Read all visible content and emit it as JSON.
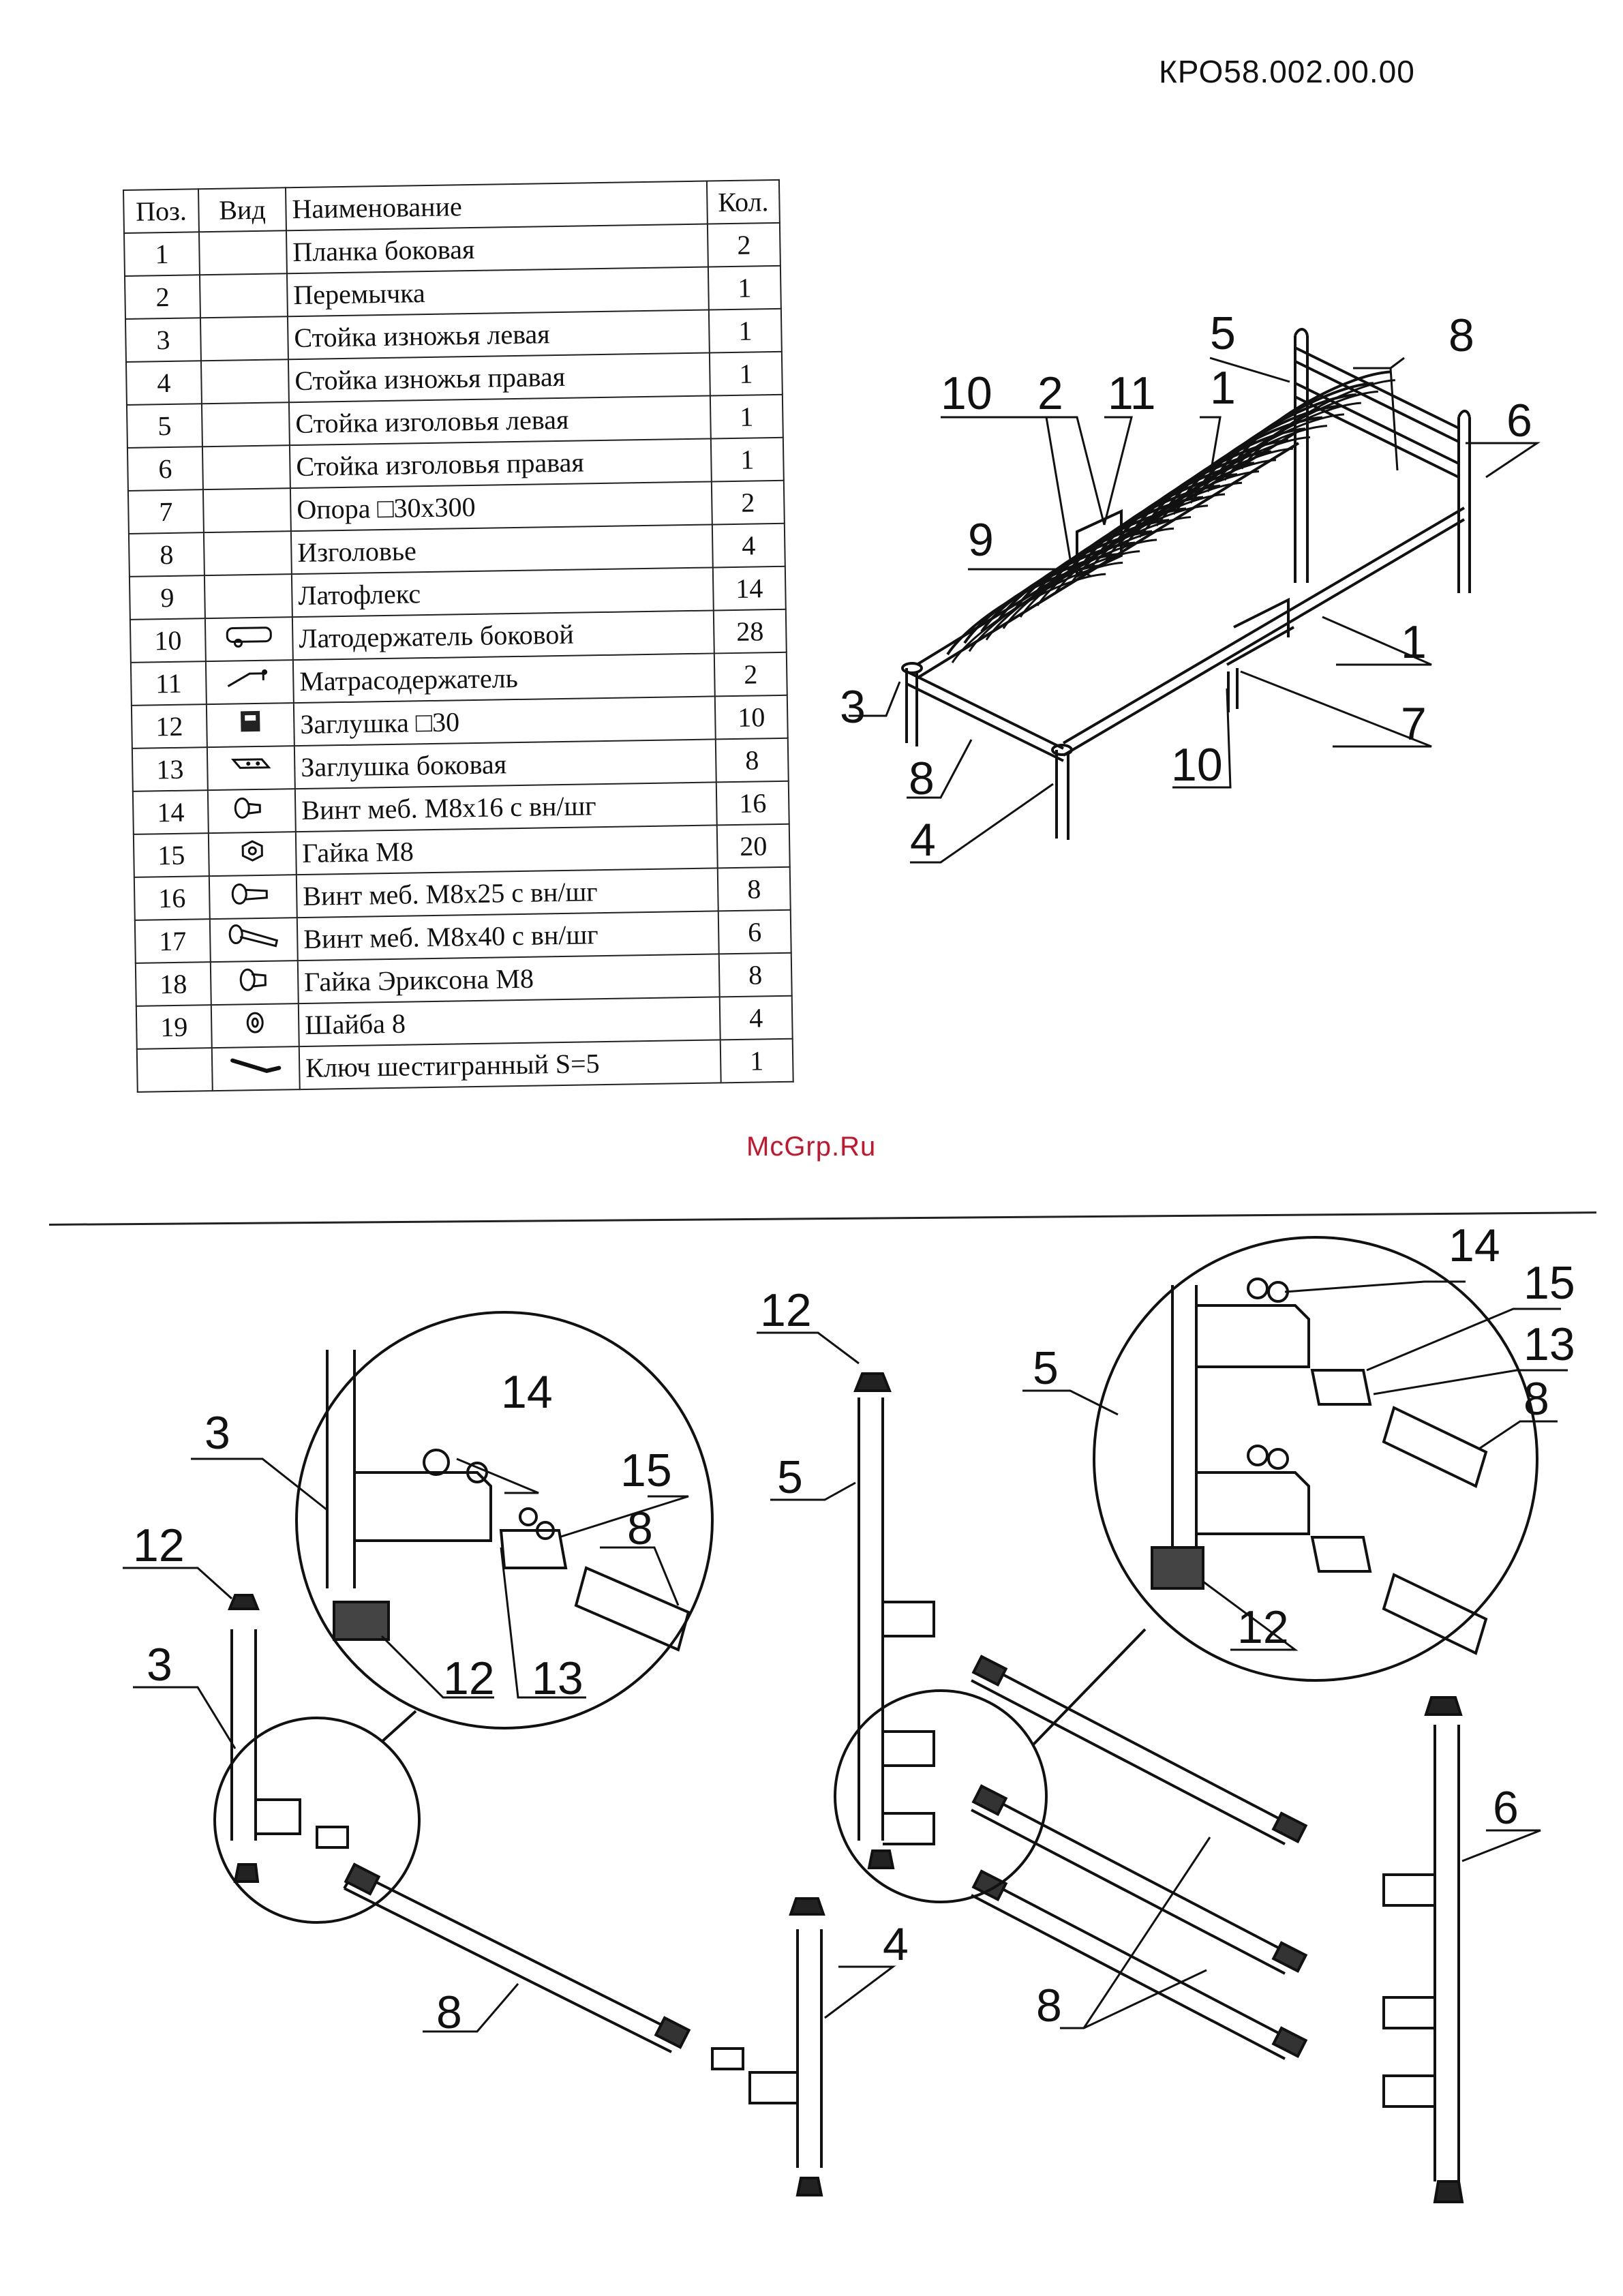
{
  "document_code": "КРО58.002.00.00",
  "table": {
    "headers": {
      "pos": "Поз.",
      "view": "Вид",
      "name": "Наименование",
      "qty": "Кол."
    },
    "rows": [
      {
        "pos": "1",
        "name": "Планка боковая",
        "qty": "2",
        "icon": ""
      },
      {
        "pos": "2",
        "name": "Перемычка",
        "qty": "1",
        "icon": ""
      },
      {
        "pos": "3",
        "name": "Стойка изножья левая",
        "qty": "1",
        "icon": ""
      },
      {
        "pos": "4",
        "name": "Стойка изножья правая",
        "qty": "1",
        "icon": ""
      },
      {
        "pos": "5",
        "name": "Стойка изголовья левая",
        "qty": "1",
        "icon": ""
      },
      {
        "pos": "6",
        "name": "Стойка изголовья правая",
        "qty": "1",
        "icon": ""
      },
      {
        "pos": "7",
        "name": "Опора □30х300",
        "qty": "2",
        "icon": ""
      },
      {
        "pos": "8",
        "name": "Изголовье",
        "qty": "4",
        "icon": ""
      },
      {
        "pos": "9",
        "name": "Латофлекс",
        "qty": "14",
        "icon": ""
      },
      {
        "pos": "10",
        "name": "Латодержатель боковой",
        "qty": "28",
        "icon": "slat-holder-icon"
      },
      {
        "pos": "11",
        "name": "Матрасодержатель",
        "qty": "2",
        "icon": "mattress-holder-icon"
      },
      {
        "pos": "12",
        "name": "Заглушка □30",
        "qty": "10",
        "icon": "square-cap-icon"
      },
      {
        "pos": "13",
        "name": "Заглушка боковая",
        "qty": "8",
        "icon": "side-cap-icon"
      },
      {
        "pos": "14",
        "name": "Винт меб. М8х16 с вн/шг",
        "qty": "16",
        "icon": "short-screw-icon"
      },
      {
        "pos": "15",
        "name": "Гайка М8",
        "qty": "20",
        "icon": "nut-icon"
      },
      {
        "pos": "16",
        "name": "Винт меб. М8х25 с вн/шг",
        "qty": "8",
        "icon": "medium-screw-icon"
      },
      {
        "pos": "17",
        "name": "Винт меб. М8х40 с вн/шг",
        "qty": "6",
        "icon": "long-screw-icon"
      },
      {
        "pos": "18",
        "name": "Гайка Эриксона М8",
        "qty": "8",
        "icon": "erickson-nut-icon"
      },
      {
        "pos": "19",
        "name": "Шайба 8",
        "qty": "4",
        "icon": "washer-icon"
      },
      {
        "pos": "",
        "name": "Ключ шестигранный S=5",
        "qty": "1",
        "icon": "hex-key-icon"
      }
    ]
  },
  "watermark": "McGrp.Ru",
  "bed_callouts": [
    "5",
    "8",
    "10",
    "2",
    "11",
    "1",
    "6",
    "9",
    "1",
    "3",
    "7",
    "8",
    "10",
    "4"
  ],
  "footboard_callouts": [
    "3",
    "14",
    "15",
    "8",
    "12",
    "3",
    "12",
    "13",
    "8",
    "4"
  ],
  "headboard_callouts": [
    "12",
    "14",
    "15",
    "5",
    "13",
    "8",
    "5",
    "12",
    "6",
    "8"
  ]
}
